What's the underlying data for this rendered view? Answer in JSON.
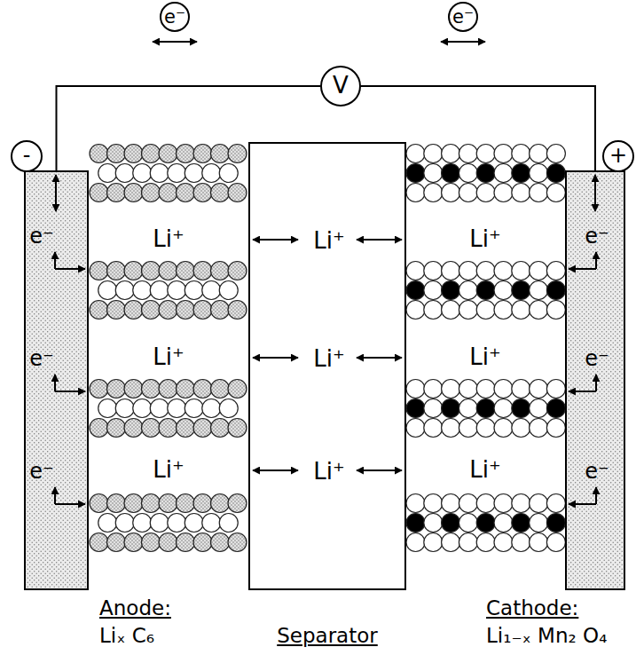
{
  "diagram": {
    "nodes": [
      {
        "text": [
          "e⁻"
        ]
      },
      {
        "text": [
          "V"
        ]
      },
      {
        "text": [
          "e⁻"
        ]
      },
      {
        "text": [
          "-"
        ]
      },
      {
        "text": [
          "e⁻",
          "e⁻",
          "e⁻"
        ]
      },
      {
        "text": [
          "Li⁺",
          "Li⁺",
          "Li⁺"
        ]
      },
      {
        "text": [
          "+"
        ]
      },
      {
        "text": [
          "e⁻",
          "e⁻",
          "e⁻"
        ]
      }
    ],
    "edges": [
      {
        "from": 4,
        "to": 1,
        "arrow": "none"
      },
      {
        "from": 1,
        "to": 7,
        "arrow": "none"
      }
    ],
    "labels": [
      "Li⁺",
      "Li⁺",
      "Li⁺",
      "Li⁺",
      "Li⁺",
      "Li⁺",
      "Anode:",
      "Liₓ C₆",
      "Separator",
      "Cathode:",
      "Li₁₋ₓ Mn₂ O₄"
    ]
  }
}
